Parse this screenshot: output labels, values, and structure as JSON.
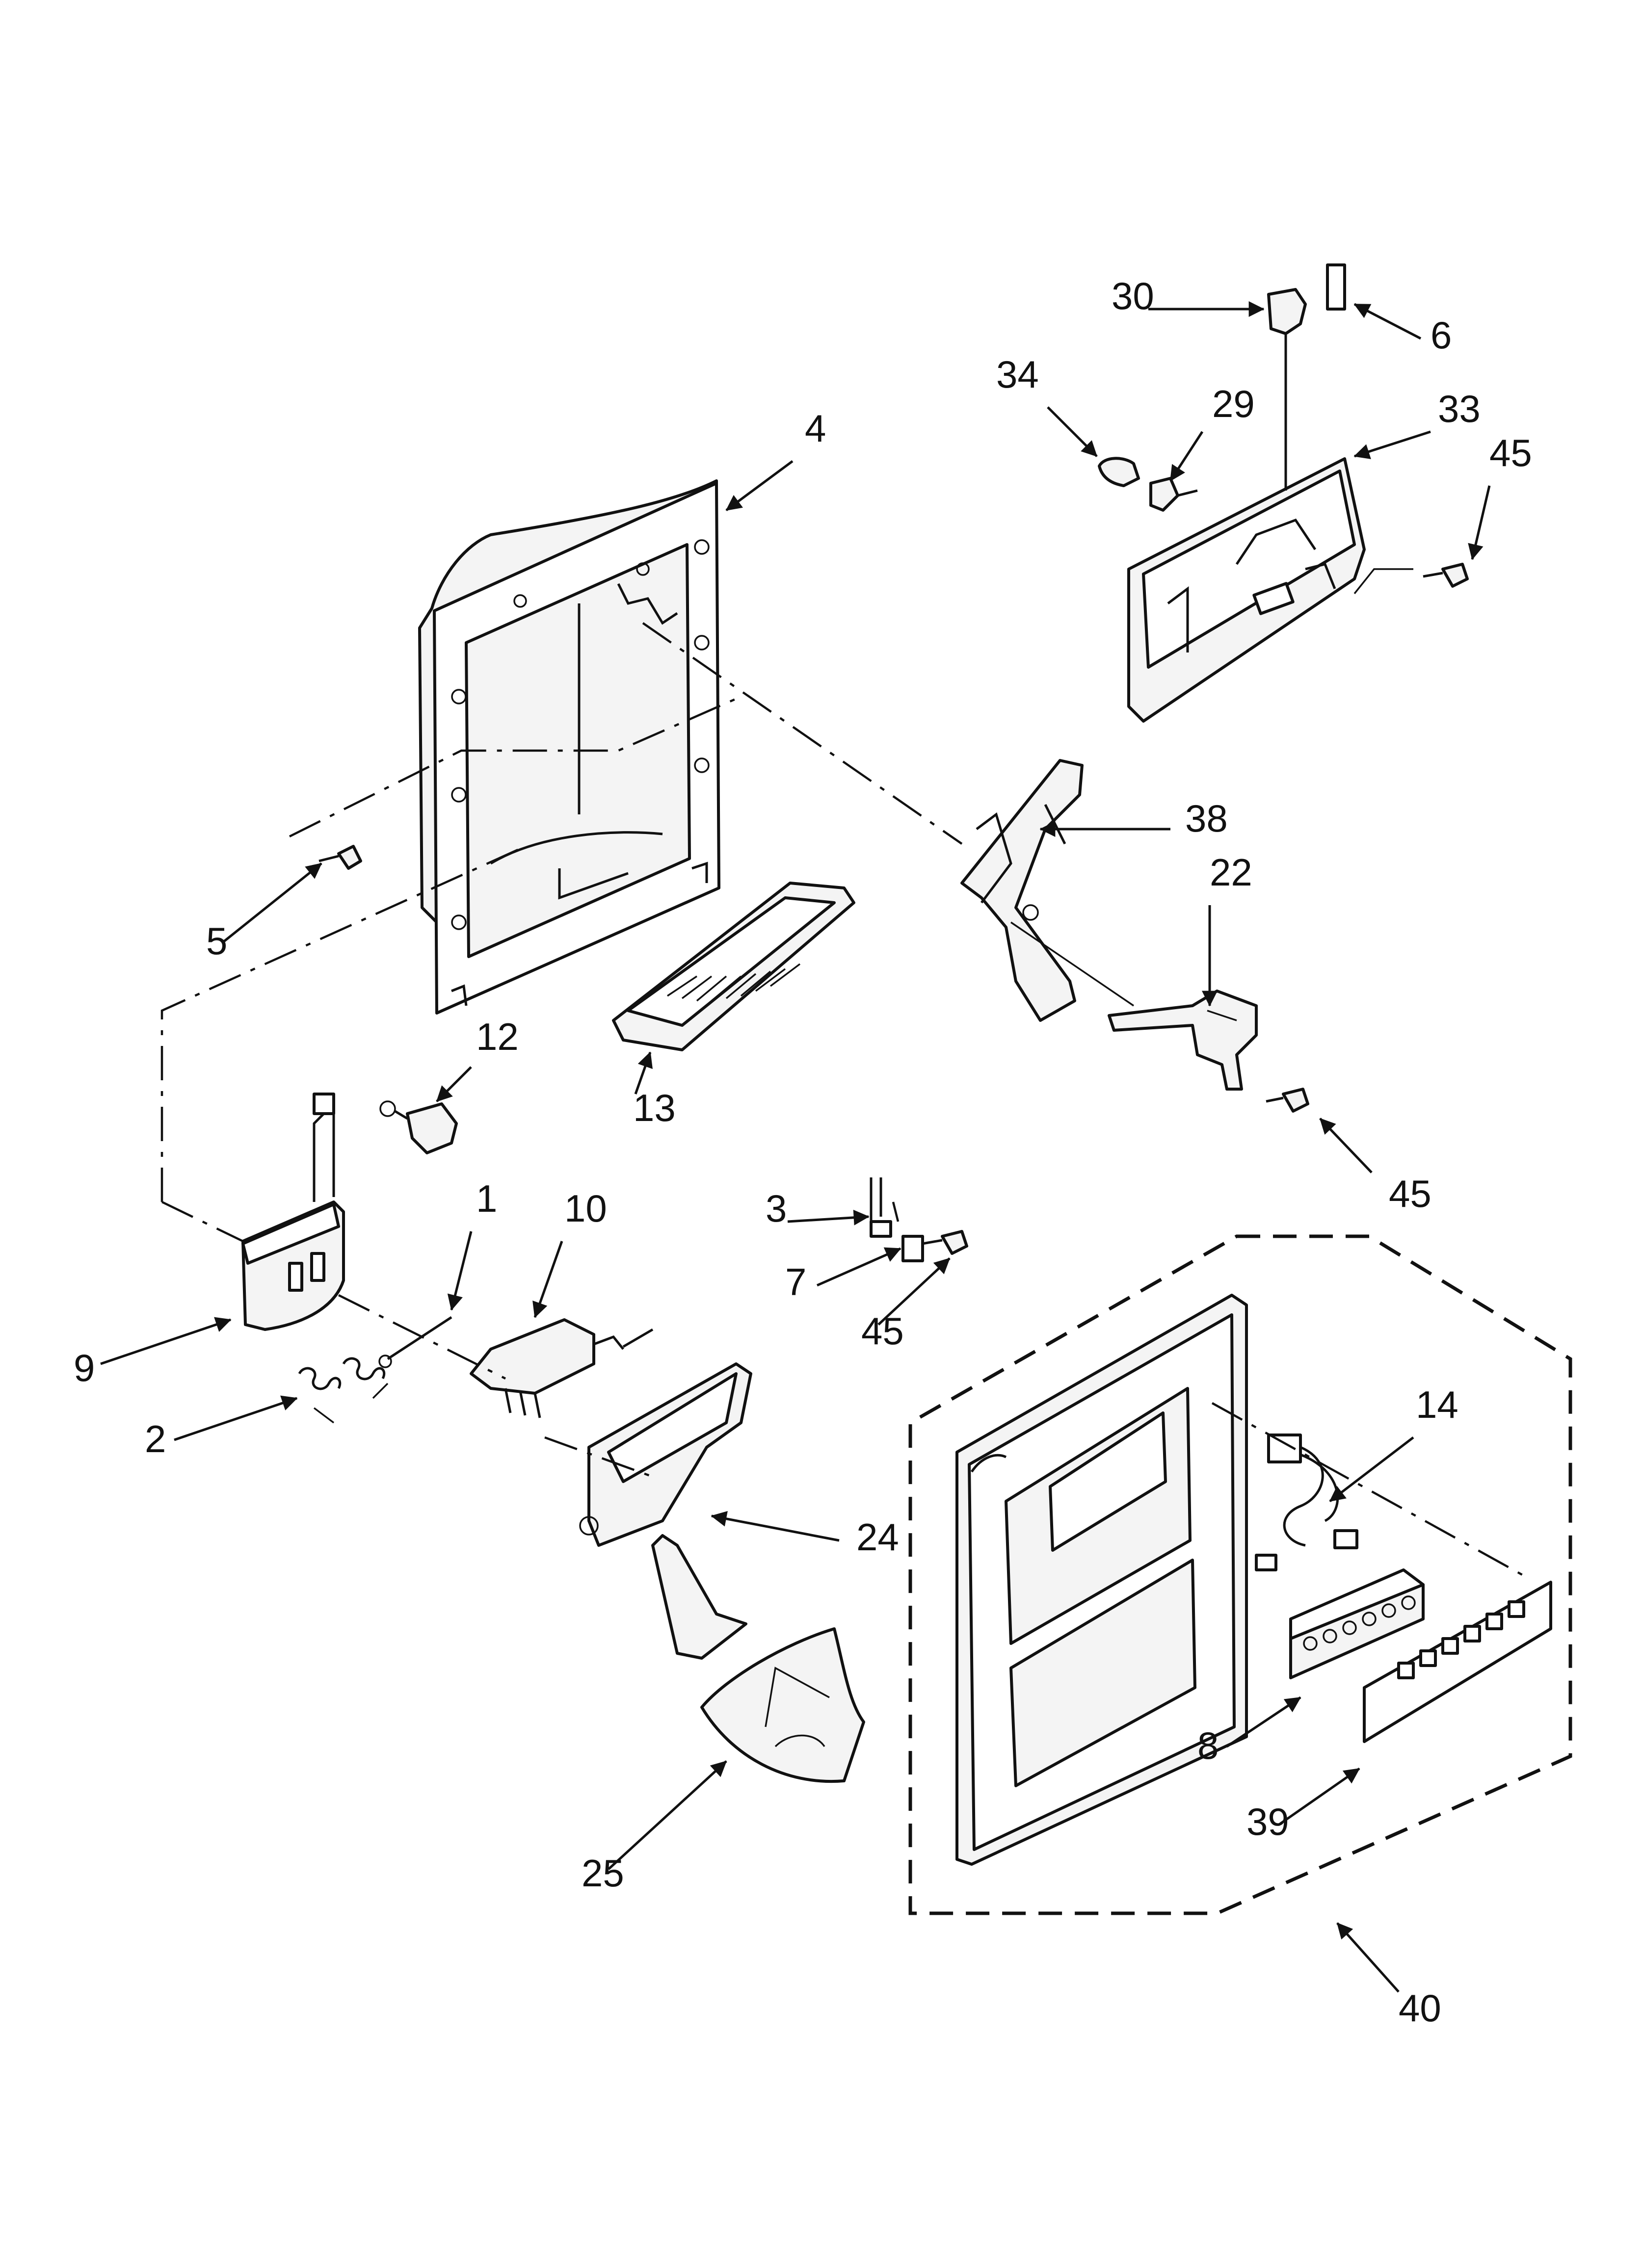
{
  "callouts": [
    {
      "id": "30",
      "label": "30"
    },
    {
      "id": "6",
      "label": "6"
    },
    {
      "id": "34",
      "label": "34"
    },
    {
      "id": "29",
      "label": "29"
    },
    {
      "id": "33",
      "label": "33"
    },
    {
      "id": "45a",
      "label": "45"
    },
    {
      "id": "4",
      "label": "4"
    },
    {
      "id": "38",
      "label": "38"
    },
    {
      "id": "22",
      "label": "22"
    },
    {
      "id": "5",
      "label": "5"
    },
    {
      "id": "12",
      "label": "12"
    },
    {
      "id": "13",
      "label": "13"
    },
    {
      "id": "45b",
      "label": "45"
    },
    {
      "id": "1",
      "label": "1"
    },
    {
      "id": "10",
      "label": "10"
    },
    {
      "id": "3",
      "label": "3"
    },
    {
      "id": "7",
      "label": "7"
    },
    {
      "id": "45c",
      "label": "45"
    },
    {
      "id": "9",
      "label": "9"
    },
    {
      "id": "2",
      "label": "2"
    },
    {
      "id": "24",
      "label": "24"
    },
    {
      "id": "14",
      "label": "14"
    },
    {
      "id": "8",
      "label": "8"
    },
    {
      "id": "39",
      "label": "39"
    },
    {
      "id": "25",
      "label": "25"
    },
    {
      "id": "40",
      "label": "40"
    }
  ]
}
